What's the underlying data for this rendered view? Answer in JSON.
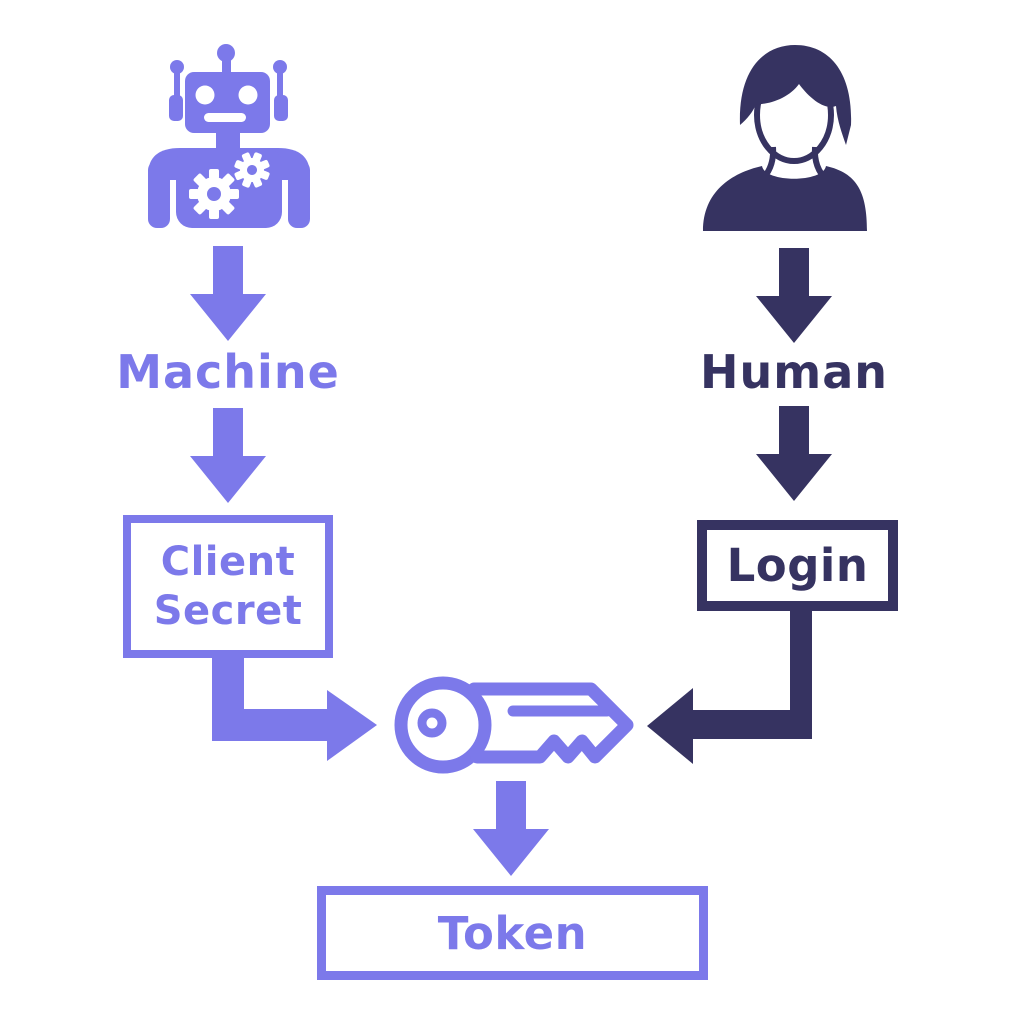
{
  "diagram": {
    "background_color": "#FFFFFF",
    "colors": {
      "machine_accent": "#7C79EA",
      "human_accent": "#363361"
    },
    "machine_flow": {
      "icon": "robot-icon",
      "actor_label": "Machine",
      "credential_box": {
        "line1": "Client",
        "line2": "Secret"
      }
    },
    "human_flow": {
      "icon": "person-icon",
      "actor_label": "Human",
      "credential_box": {
        "label": "Login"
      }
    },
    "merge": {
      "icon": "key-icon"
    },
    "result_box": {
      "label": "Token"
    }
  }
}
